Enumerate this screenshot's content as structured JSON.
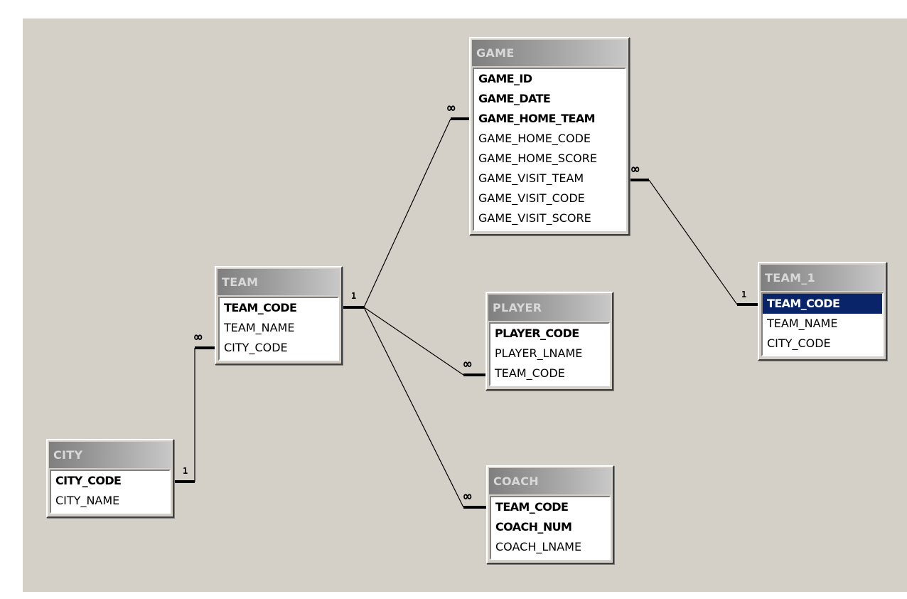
{
  "tables": [
    {
      "id": "game",
      "title": "GAME",
      "fields": [
        {
          "name": "GAME_ID",
          "key": true
        },
        {
          "name": "GAME_DATE",
          "key": true
        },
        {
          "name": "GAME_HOME_TEAM",
          "key": true
        },
        {
          "name": "GAME_HOME_CODE",
          "key": false
        },
        {
          "name": "GAME_HOME_SCORE",
          "key": false
        },
        {
          "name": "GAME_VISIT_TEAM",
          "key": false
        },
        {
          "name": "GAME_VISIT_CODE",
          "key": false
        },
        {
          "name": "GAME_VISIT_SCORE",
          "key": false
        }
      ]
    },
    {
      "id": "team",
      "title": "TEAM",
      "fields": [
        {
          "name": "TEAM_CODE",
          "key": true
        },
        {
          "name": "TEAM_NAME",
          "key": false
        },
        {
          "name": "CITY_CODE",
          "key": false
        }
      ]
    },
    {
      "id": "team_1",
      "title": "TEAM_1",
      "fields": [
        {
          "name": "TEAM_CODE",
          "key": true,
          "selected": true
        },
        {
          "name": "TEAM_NAME",
          "key": false
        },
        {
          "name": "CITY_CODE",
          "key": false
        }
      ]
    },
    {
      "id": "player",
      "title": "PLAYER",
      "fields": [
        {
          "name": "PLAYER_CODE",
          "key": true
        },
        {
          "name": "PLAYER_LNAME",
          "key": false
        },
        {
          "name": "TEAM_CODE",
          "key": false
        }
      ]
    },
    {
      "id": "city",
      "title": "CITY",
      "fields": [
        {
          "name": "CITY_CODE",
          "key": true
        },
        {
          "name": "CITY_NAME",
          "key": false
        }
      ]
    },
    {
      "id": "coach",
      "title": "COACH",
      "fields": [
        {
          "name": "TEAM_CODE",
          "key": true
        },
        {
          "name": "COACH_NUM",
          "key": true
        },
        {
          "name": "COACH_LNAME",
          "key": false
        }
      ]
    }
  ],
  "relationships": [
    {
      "id": "team-game",
      "one_label": "1",
      "many_label": "∞"
    },
    {
      "id": "team-player",
      "one_label": "1",
      "many_label": "∞"
    },
    {
      "id": "team-coach",
      "one_label": "1",
      "many_label": "∞"
    },
    {
      "id": "city-team",
      "one_label": "1",
      "many_label": "∞"
    },
    {
      "id": "team1-game",
      "one_label": "1",
      "many_label": "∞"
    }
  ],
  "colors": {
    "canvas": "#d4d0c8",
    "selection": "#0a246a",
    "title_gradient_dark": "#7f7f7f",
    "title_gradient_light": "#c8c8c8"
  }
}
